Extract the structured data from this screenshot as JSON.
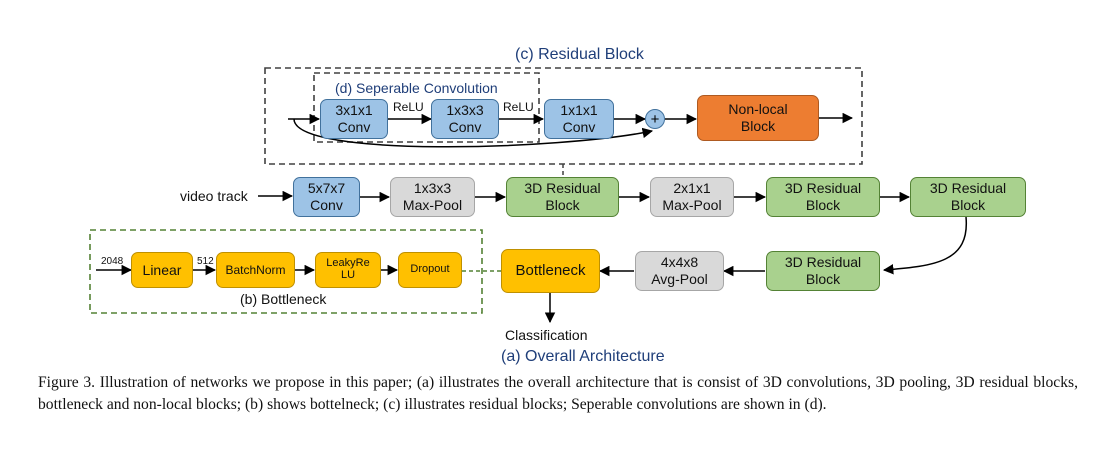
{
  "titles": {
    "residual_block": "(c) Residual Block",
    "separable_conv": "(d) Seperable Convolution",
    "bottleneck": "(b) Bottleneck",
    "overall": "(a) Overall Architecture"
  },
  "residual": {
    "conv1": "3x1x1\nConv",
    "relu1": "ReLU",
    "conv2": "1x3x3\nConv",
    "relu2": "ReLU",
    "conv3": "1x1x1\nConv",
    "plus": "+",
    "nonlocal": "Non-local\nBlock"
  },
  "main": {
    "input_label": "video track",
    "conv": "5x7x7\nConv",
    "pool1": "1x3x3\nMax-Pool",
    "res1": "3D Residual\nBlock",
    "pool2": "2x1x1\nMax-Pool",
    "res2": "3D Residual\nBlock",
    "res3": "3D Residual\nBlock",
    "res4": "3D Residual\nBlock",
    "avgpool": "4x4x8\nAvg-Pool",
    "bottleneck": "Bottleneck",
    "output_label": "Classification"
  },
  "bottleneck": {
    "in_dim": "2048",
    "linear": "Linear",
    "mid_dim": "512",
    "batchnorm": "BatchNorm",
    "leakyrelu": "LeakyRe\nLU",
    "dropout": "Dropout"
  },
  "caption": "Figure 3. Illustration of networks we propose in this paper; (a) illustrates the overall architecture that is consist of 3D convolutions, 3D pooling, 3D residual blocks, bottleneck and non-local blocks; (b) shows bottelneck; (c) illustrates residual blocks; Seperable convolutions are shown in (d).",
  "colors": {
    "conv_blue": "#9dc3e6",
    "pool_gray": "#d9d9d9",
    "residual_green": "#a9d18e",
    "nonlocal_orange": "#ed7d31",
    "bottleneck_yellow": "#ffc000",
    "title_navy": "#1f3e79"
  }
}
